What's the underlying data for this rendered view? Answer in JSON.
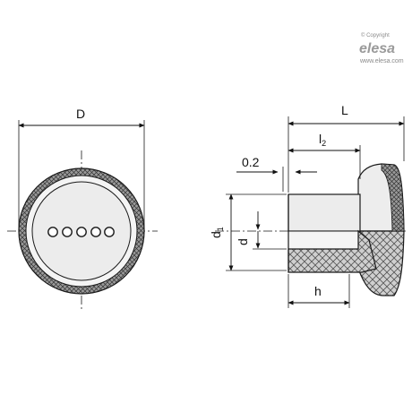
{
  "brand": {
    "copyright": "© Copyright",
    "name": "elesa",
    "url": "www.elesa.com"
  },
  "dimensions": {
    "D": "D",
    "L": "L",
    "l": "l",
    "l_sub": "2",
    "offset": "0.2",
    "d1": "d",
    "d1_sub": "1",
    "d": "d",
    "h": "h"
  },
  "colors": {
    "line": "#1a1a1a",
    "body_fill": "#e9e9e9",
    "hatch_fill": "#c8c8c8",
    "knurl_fill": "#8a8a8a"
  }
}
